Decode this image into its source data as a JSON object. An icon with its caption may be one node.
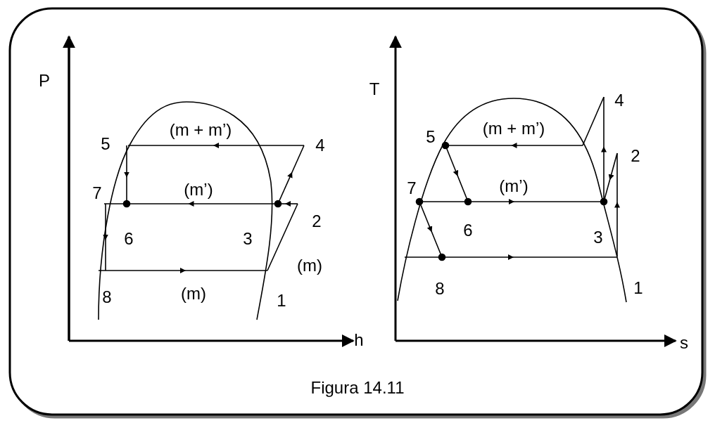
{
  "diagram": {
    "caption": "Figura 14.11",
    "labels": [
      "P",
      "h",
      "(m + m’)",
      "5",
      "4",
      "7",
      "(m’)",
      "2",
      "6",
      "3",
      "(m)",
      "8",
      "(m)",
      "1",
      "T",
      "4",
      "5",
      "(m + m’)",
      "2",
      "7",
      "(m’)",
      "6",
      "3",
      "8",
      "1",
      "s"
    ]
  }
}
